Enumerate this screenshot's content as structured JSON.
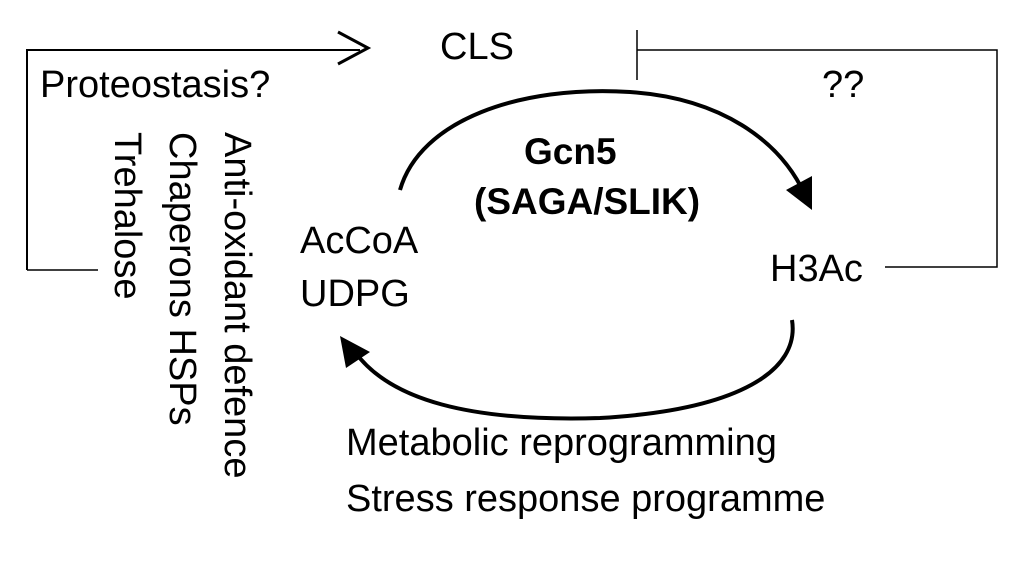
{
  "nodes": {
    "cls": "CLS",
    "proteostasis": "Proteostasis?",
    "unknown": "??",
    "gcn5": "Gcn5",
    "saga_slik": "(SAGA/SLIK)",
    "accoa": "AcCoA",
    "udpg": "UDPG",
    "h3ac": "H3Ac"
  },
  "effects": {
    "metabolic": "Metabolic reprogramming",
    "stress": "Stress response programme"
  },
  "mechanisms": {
    "antioxidant": "Anti-oxidant defence",
    "chaperons": "Chaperons HSPs",
    "trehalose": "Trehalose"
  },
  "colors": {
    "line": "#000000",
    "text": "#000000",
    "background": "#ffffff"
  }
}
